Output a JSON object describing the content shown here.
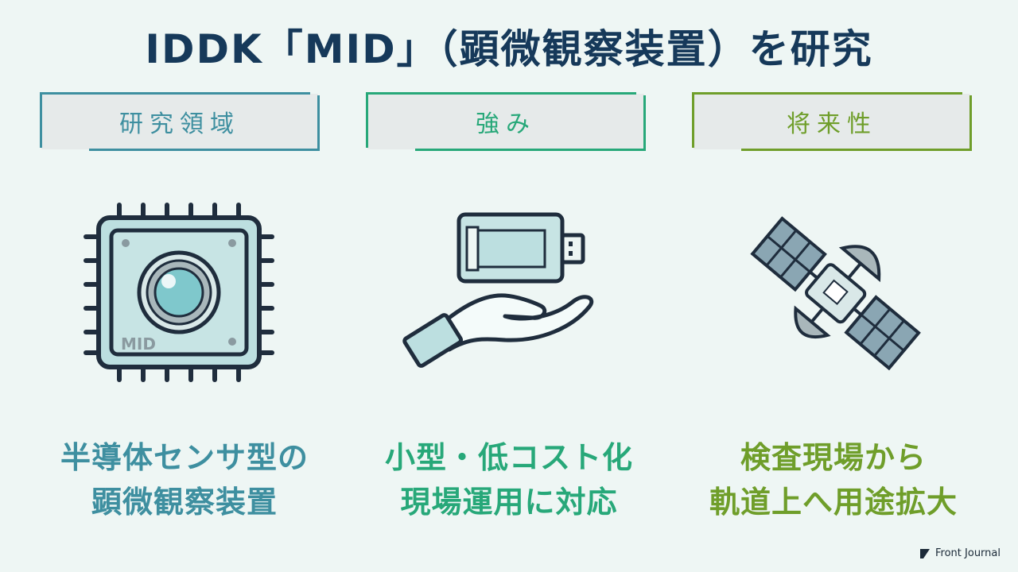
{
  "title": "IDDK「MID」（顕微観察装置）を研究",
  "columns": [
    {
      "label": "研究領域",
      "color": "#3e8fa0",
      "caption_line1": "半導体センサ型の",
      "caption_line2": "顕微観察装置",
      "icon": "microscope-chip-icon",
      "chip_text": "MID"
    },
    {
      "label": "強み",
      "color": "#27a879",
      "caption_line1": "小型・低コスト化",
      "caption_line2": "現場運用に対応",
      "icon": "usb-hand-icon"
    },
    {
      "label": "将来性",
      "color": "#6f9e2a",
      "caption_line1": "検査現場から",
      "caption_line2": "軌道上へ用途拡大",
      "icon": "satellite-icon"
    }
  ],
  "brand": "Front Journal"
}
